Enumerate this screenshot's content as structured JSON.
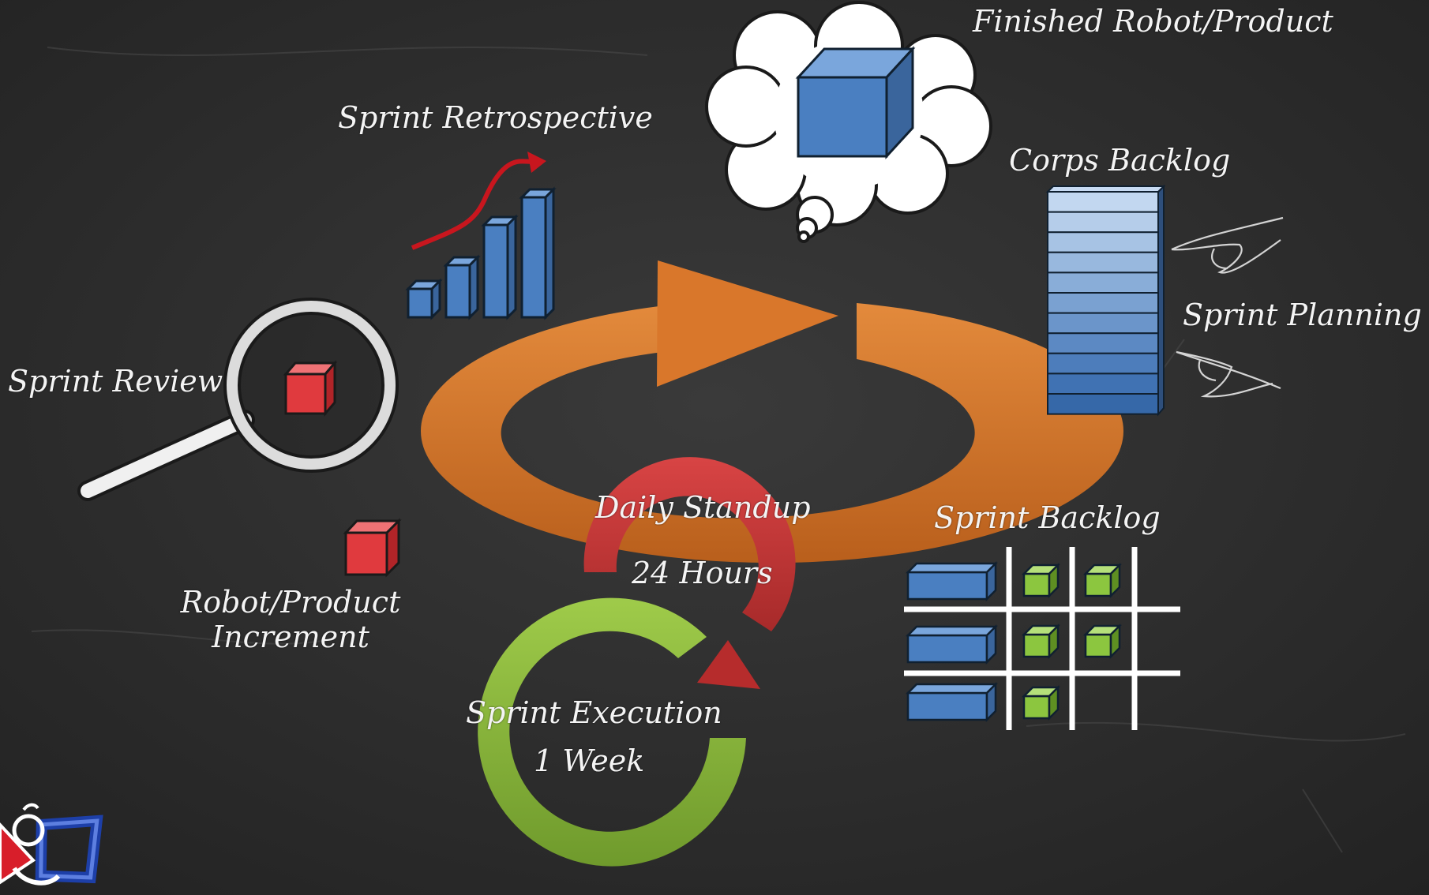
{
  "diagram": {
    "title": "Scrum Sprint Cycle",
    "labels": {
      "finished_product": "Finished Robot/Product",
      "sprint_retrospective": "Sprint Retrospective",
      "corps_backlog": "Corps Backlog",
      "sprint_planning": "Sprint Planning",
      "sprint_review": "Sprint Review",
      "daily_standup": "Daily Standup",
      "standup_duration": "24 Hours",
      "sprint_backlog": "Sprint Backlog",
      "increment_line1": "Robot/Product",
      "increment_line2": "Increment",
      "sprint_execution": "Sprint Execution",
      "execution_duration": "1 Week"
    },
    "icons": [
      "thought-cloud-icon",
      "cube-icon",
      "bar-chart-icon",
      "trend-arrow-icon",
      "magnifying-glass-icon",
      "stacked-backlog-icon",
      "pointing-hand-icon",
      "cycle-arrow-icon",
      "team-logo-icon"
    ],
    "colors": {
      "background": "#2e2e2e",
      "chalk_text": "#f4f4f4",
      "main_cycle": "#d9772b",
      "standup_cycle": "#c83232",
      "execution_cycle": "#8db83c",
      "cube_blue": "#4a7fc1",
      "cube_red": "#e03a3e",
      "cube_green": "#8cc63f"
    }
  }
}
